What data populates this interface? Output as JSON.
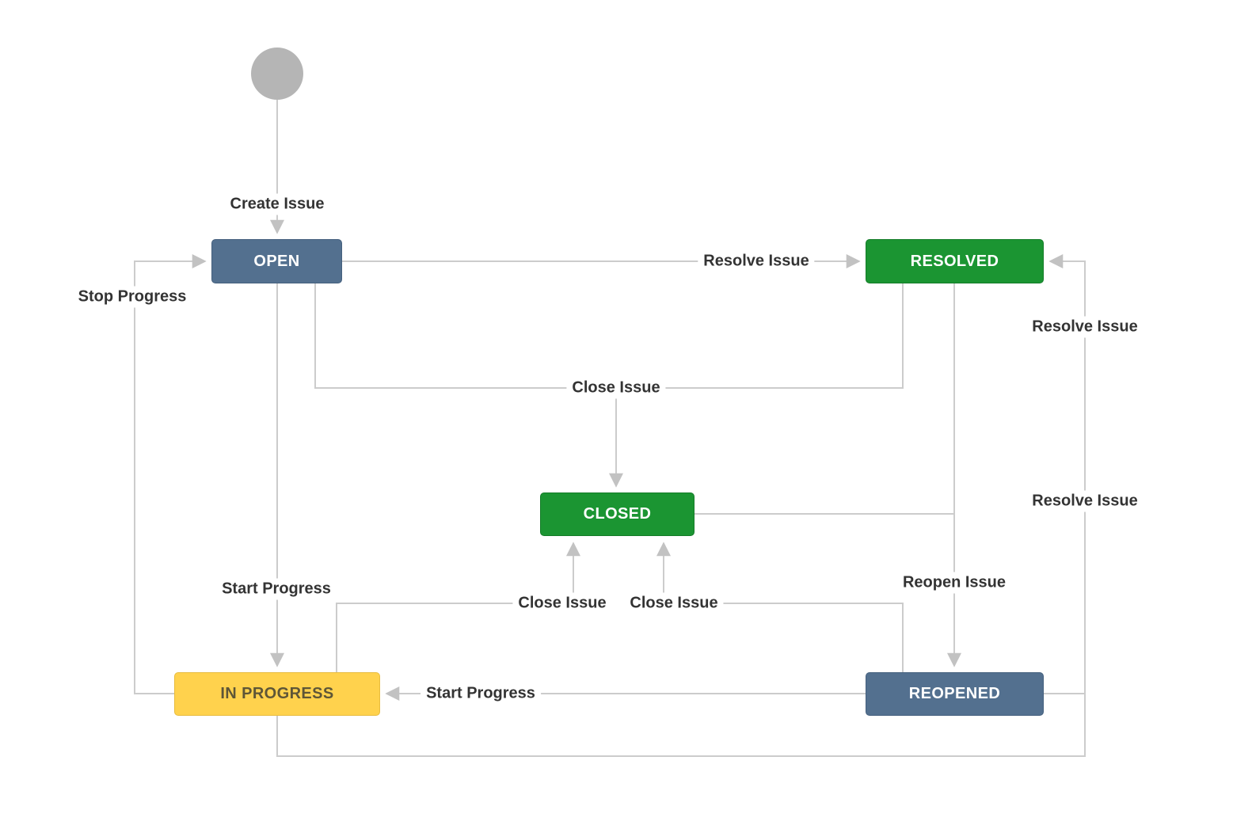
{
  "workflow": {
    "nodes": {
      "open": {
        "label": "OPEN",
        "color": "#53708f",
        "text_color": "#ffffff"
      },
      "resolved": {
        "label": "RESOLVED",
        "color": "#1b9532",
        "text_color": "#ffffff"
      },
      "closed": {
        "label": "CLOSED",
        "color": "#1b9532",
        "text_color": "#ffffff"
      },
      "in_progress": {
        "label": "IN PROGRESS",
        "color": "#ffd24d",
        "text_color": "#5e5637"
      },
      "reopened": {
        "label": "REOPENED",
        "color": "#53708f",
        "text_color": "#ffffff"
      }
    },
    "start_node": {
      "shape": "circle",
      "color": "#b5b5b5"
    },
    "transitions": {
      "create_issue": "Create Issue",
      "resolve_issue_top": "Resolve Issue",
      "stop_progress": "Stop Progress",
      "close_issue_mid": "Close Issue",
      "start_progress_left": "Start Progress",
      "close_issue_bottom_left": "Close Issue",
      "close_issue_bottom_right": "Close Issue",
      "reopen_issue": "Reopen Issue",
      "start_progress_bottom": "Start Progress",
      "resolve_issue_right_upper": "Resolve Issue",
      "resolve_issue_right_lower": "Resolve Issue"
    },
    "style": {
      "edge_color": "#cccccc",
      "arrow_color": "#c2c2c2",
      "label_color": "#333333",
      "background": "#ffffff"
    }
  }
}
